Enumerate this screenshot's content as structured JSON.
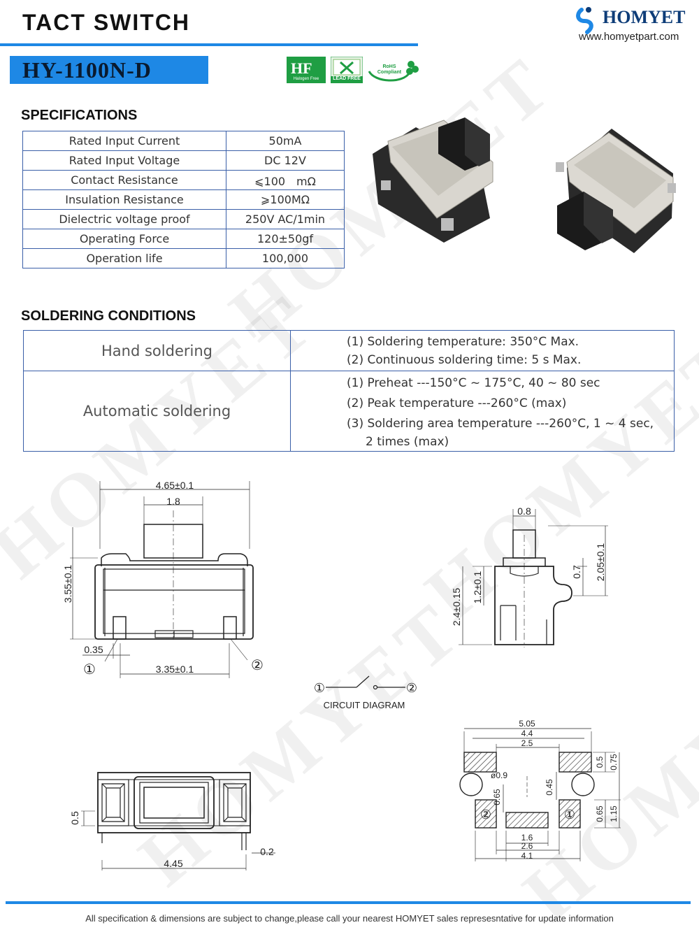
{
  "header": {
    "title": "TACT SWITCH",
    "brand": "HOMYET",
    "url": "www.homyetpart.com",
    "model": "HY-1100N-D"
  },
  "badges": [
    {
      "icon": "halogen-free-icon",
      "label": "Halogen Free"
    },
    {
      "icon": "lead-free-icon",
      "label": "LEAD FREE"
    },
    {
      "icon": "rohs-icon",
      "label": "RoHS Compliant"
    }
  ],
  "specifications": {
    "title": "SPECIFICATIONS",
    "rows": [
      {
        "key": "Rated Input Current",
        "value": "50mA"
      },
      {
        "key": "Rated Input Voltage",
        "value": "DC 12V"
      },
      {
        "key": "Contact Resistance",
        "value": "⩽100　mΩ"
      },
      {
        "key": "Insulation Resistance",
        "value": "⩾100MΩ"
      },
      {
        "key": "Dielectric voltage proof",
        "value": "250V AC/1min"
      },
      {
        "key": "Operating Force",
        "value": "120±50gf"
      },
      {
        "key": "Operation life",
        "value": "100,000"
      }
    ]
  },
  "soldering": {
    "title": "SOLDERING  CONDITIONS",
    "hand": {
      "label": "Hand soldering",
      "lines": [
        "(1) Soldering temperature: 350°C Max.",
        "(2) Continuous soldering time: 5 s Max."
      ]
    },
    "auto": {
      "label": "Automatic soldering",
      "lines": [
        "(1) Preheat ---150°C ~ 175°C, 40 ~ 80 sec",
        "(2) Peak temperature ---260°C (max)",
        "(3) Soldering area temperature ---260°C, 1 ~ 4 sec,"
      ],
      "continuation": "2 times (max)"
    }
  },
  "drawings": {
    "front": {
      "width": "4.65±0.1",
      "stem": "1.8",
      "height": "3.55±0.1",
      "pin_offset": "0.35",
      "pin_span": "3.35±0.1",
      "pin1": "①",
      "pin2": "②"
    },
    "side": {
      "stem": "0.8",
      "total": "2.05±0.1",
      "step": "0.7",
      "body": "1.2±0.1",
      "height": "2.4±0.15"
    },
    "circuit": {
      "label": "CIRCUIT DIAGRAM",
      "pin1": "①",
      "pin2": "②"
    },
    "bottom": {
      "width": "4.45",
      "lead": "0.2",
      "thickness": "0.5"
    },
    "pcb": {
      "d1": "5.05",
      "d2": "4.4",
      "d3": "2.5",
      "d4": "0.5",
      "d5": "0.75",
      "hole": "ø0.9",
      "d6": "0.45",
      "d7": "0.65",
      "d8": "0.65",
      "d9": "1.15",
      "d10": "1.6",
      "d11": "2.6",
      "d12": "4.1",
      "pin1": "①",
      "pin2": "②"
    }
  },
  "footer": {
    "text": "All specification & dimensions are subject to change,please call your nearest HOMYET sales represesntative for update information"
  }
}
